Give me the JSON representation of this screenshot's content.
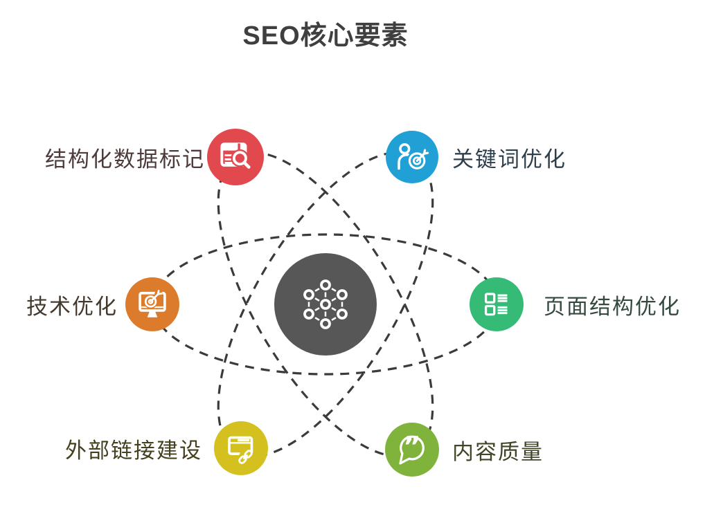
{
  "title": "SEO核心要素",
  "colors": {
    "title": "#3F3F3F",
    "background": "#FFFFFF"
  },
  "orbit": {
    "color": "#3B3B3B"
  },
  "center": {
    "name": "seo-core-hub",
    "icon": "network-nodes-icon",
    "color": "#575757"
  },
  "nodes": [
    {
      "id": "structured-data",
      "label": "结构化数据标记",
      "color": "#E2494F",
      "label_color": "#4D3A3A",
      "icon": "table-search-icon",
      "position": "top-left"
    },
    {
      "id": "keyword",
      "label": "关键词优化",
      "color": "#21A0D6",
      "label_color": "#2E3F4C",
      "icon": "person-target-icon",
      "position": "top-right"
    },
    {
      "id": "technical",
      "label": "技术优化",
      "color": "#DB7B2B",
      "label_color": "#45392E",
      "icon": "monitor-target-icon",
      "position": "middle-left"
    },
    {
      "id": "page-structure",
      "label": "页面结构优化",
      "color": "#35BB76",
      "label_color": "#344A3E",
      "icon": "layout-list-icon",
      "position": "middle-right"
    },
    {
      "id": "external-links",
      "label": "外部链接建设",
      "color": "#D4C01F",
      "label_color": "#44401F",
      "icon": "browser-link-icon",
      "position": "bottom-left"
    },
    {
      "id": "content-quality",
      "label": "内容质量",
      "color": "#7FB33C",
      "label_color": "#3F4526",
      "icon": "quote-bubble-icon",
      "position": "bottom-right",
      "icon_glyph": "”"
    }
  ]
}
